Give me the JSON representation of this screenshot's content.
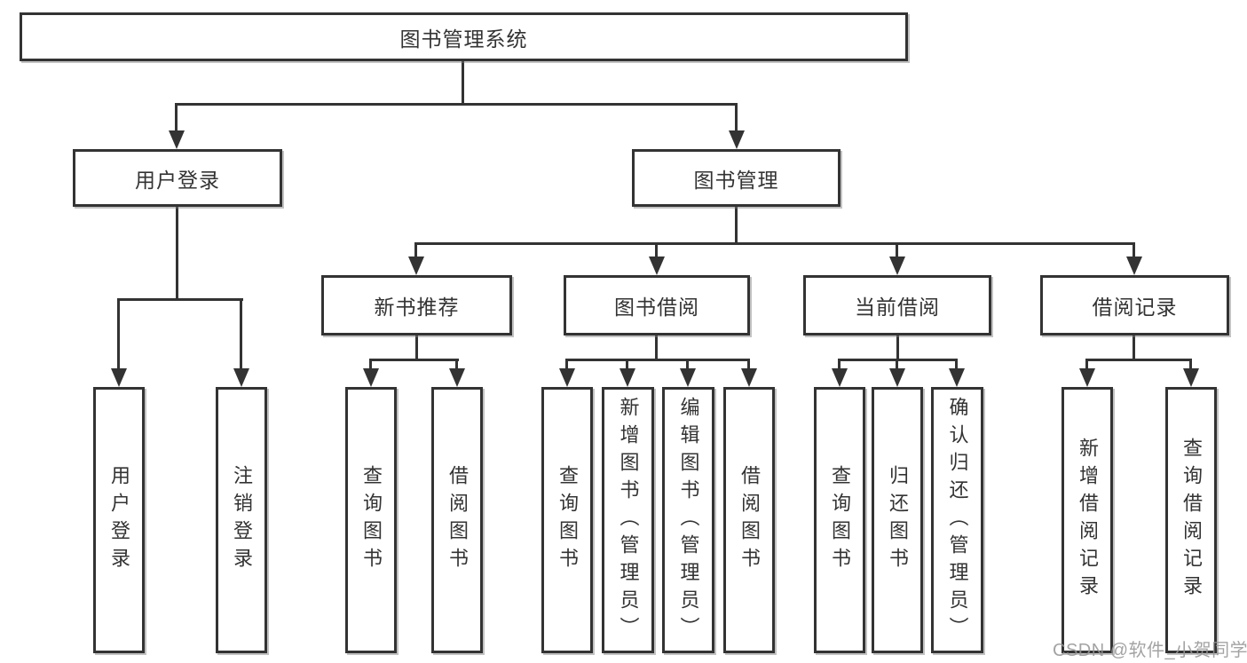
{
  "tree": {
    "label": "图书管理系统",
    "children": [
      {
        "label": "用户登录",
        "children": [
          {
            "label": "用户登录"
          },
          {
            "label": "注销登录"
          }
        ]
      },
      {
        "label": "图书管理",
        "children": [
          {
            "label": "新书推荐",
            "children": [
              {
                "label": "查询图书"
              },
              {
                "label": "借阅图书"
              }
            ]
          },
          {
            "label": "图书借阅",
            "children": [
              {
                "label": "查询图书"
              },
              {
                "label": "新增图书（管理员）"
              },
              {
                "label": "编辑图书（管理员）"
              },
              {
                "label": "借阅图书"
              }
            ]
          },
          {
            "label": "当前借阅",
            "children": [
              {
                "label": "查询图书"
              },
              {
                "label": "归还图书"
              },
              {
                "label": "确认归还（管理员）"
              }
            ]
          },
          {
            "label": "借阅记录",
            "children": [
              {
                "label": "新增借阅记录"
              },
              {
                "label": "查询借阅记录"
              }
            ]
          }
        ]
      }
    ]
  },
  "watermark": {
    "text": "CSDN @软件_小贺同学"
  },
  "colors": {
    "line": "#333333",
    "box_border": "#333333",
    "box_background": "#ffffff",
    "text": "#333333",
    "watermark": "#969696",
    "background": "#ffffff"
  }
}
